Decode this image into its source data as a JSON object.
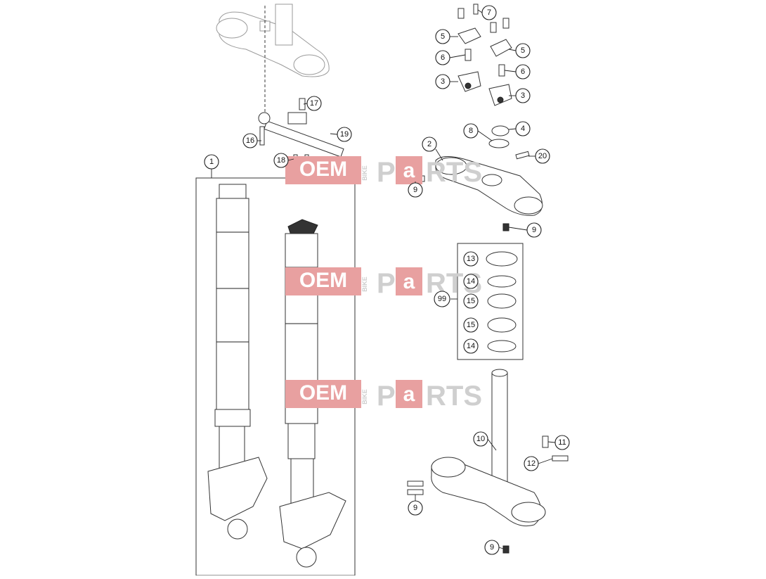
{
  "watermark": {
    "brand_left": "OEM",
    "brand_small": "BIKE",
    "brand_right_1": "P",
    "brand_right_2": "a",
    "brand_right_3": "RTS",
    "colors": {
      "red": "#e8a0a0",
      "grey": "#d9d9d9"
    }
  },
  "callouts": {
    "c1": "1",
    "c2": "2",
    "c3a": "3",
    "c3b": "3",
    "c4": "4",
    "c5a": "5",
    "c5b": "5",
    "c6a": "6",
    "c6b": "6",
    "c7": "7",
    "c8": "8",
    "c9a": "9",
    "c9b": "9",
    "c9c": "9",
    "c9d": "9",
    "c10": "10",
    "c11": "11",
    "c12": "12",
    "c13": "13",
    "c14a": "14",
    "c14b": "14",
    "c15a": "15",
    "c15b": "15",
    "c16": "16",
    "c17": "17",
    "c18": "18",
    "c19": "19",
    "c20": "20",
    "c99": "99"
  },
  "icons": {
    "fork": "fork-leg-icon",
    "clamp": "triple-clamp-icon",
    "bolt": "bolt-icon",
    "bearing": "bearing-ring-icon",
    "damper": "steering-damper-icon",
    "stem": "steering-stem-icon"
  }
}
